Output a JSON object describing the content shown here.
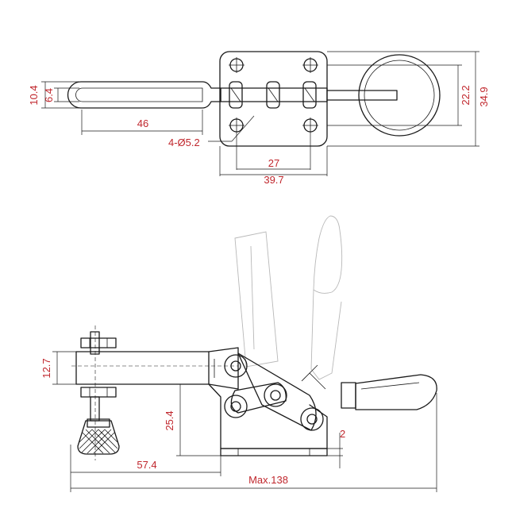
{
  "colors": {
    "dimension_text": "#c0272d",
    "line": "#1a1a1a",
    "ghost": "#b8b8b8"
  },
  "top_view": {
    "dim_overall_height": "10.4",
    "dim_inner_height": "6.4",
    "dim_handle_length": "46",
    "dim_holes": "4-Ø5.2",
    "dim_hole_spacing": "27",
    "dim_base_width": "39.7",
    "dim_hole_vertical": "22.2",
    "dim_total_height": "34.9"
  },
  "side_view": {
    "dim_arm_height": "12.7",
    "dim_spindle_height": "25.4",
    "dim_base_offset": "2",
    "dim_reach": "57.4",
    "dim_max_length": "Max.138"
  }
}
